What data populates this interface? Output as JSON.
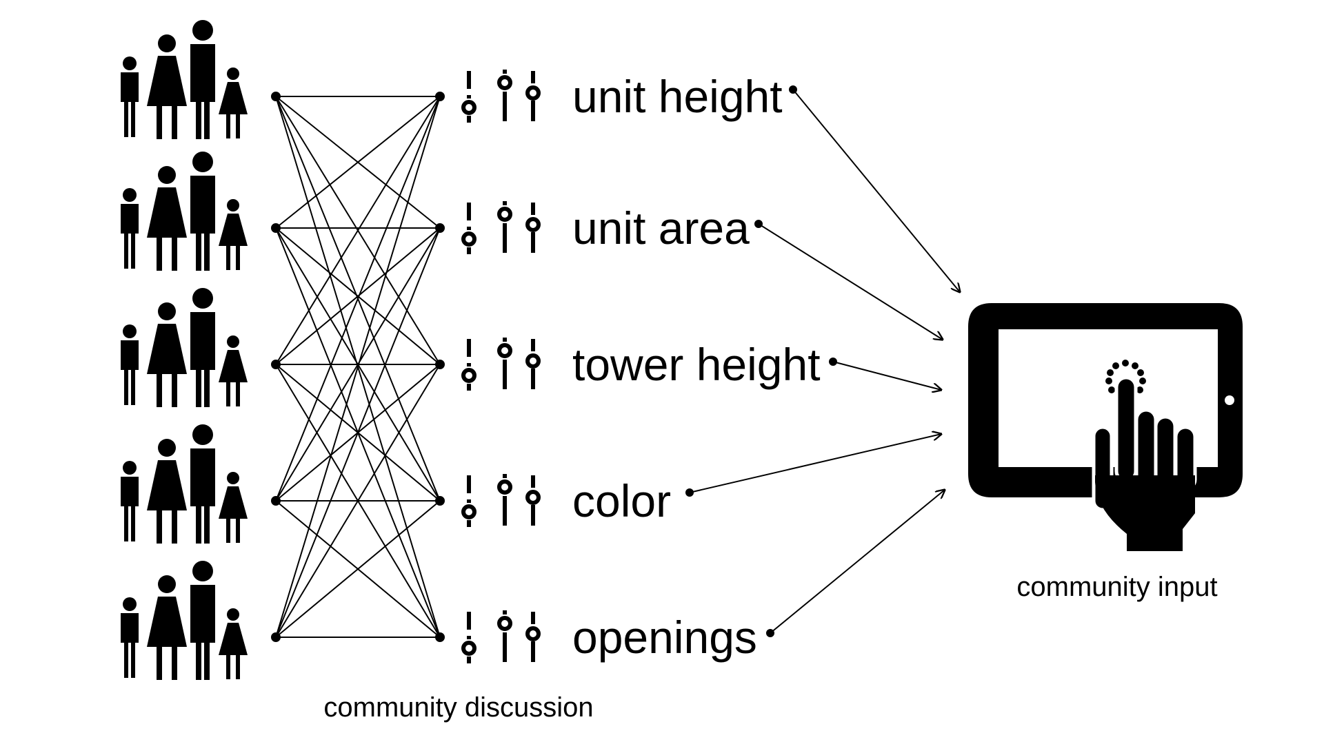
{
  "diagram": {
    "families": [
      "family-1",
      "family-2",
      "family-3",
      "family-4",
      "family-5"
    ],
    "parameters": [
      {
        "id": "unit-height",
        "label": "unit height"
      },
      {
        "id": "unit-area",
        "label": "unit area"
      },
      {
        "id": "tower-height",
        "label": "tower height"
      },
      {
        "id": "color",
        "label": "color"
      },
      {
        "id": "openings",
        "label": "openings"
      }
    ],
    "captions": {
      "discussion": "community discussion",
      "input": "community input"
    },
    "icons": {
      "family": "family-icon",
      "sliders": "sliders-icon",
      "tablet": "tablet-touch-icon"
    },
    "colors": {
      "ink": "#000000",
      "background": "#ffffff"
    }
  }
}
